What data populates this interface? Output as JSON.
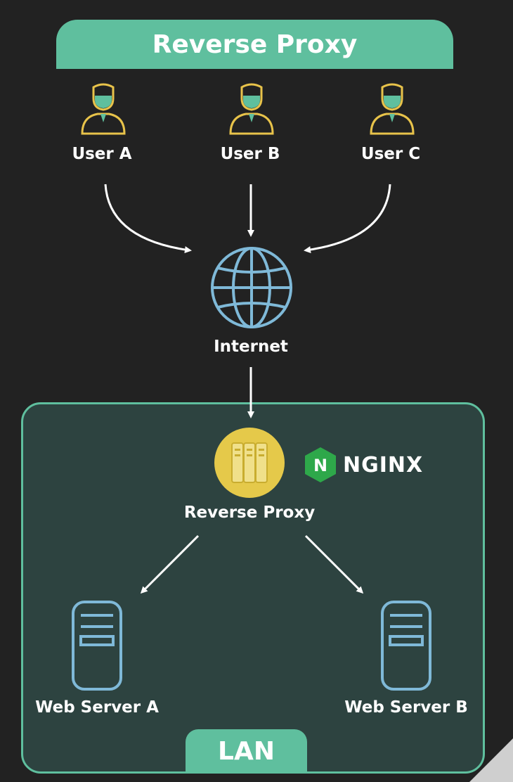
{
  "title": "Reverse Proxy",
  "users": [
    {
      "label": "User A"
    },
    {
      "label": "User B"
    },
    {
      "label": "User C"
    }
  ],
  "internet": {
    "label": "Internet",
    "icon": "globe-icon"
  },
  "proxy": {
    "label": "Reverse Proxy",
    "icon": "server-rack-icon"
  },
  "nginx": {
    "badge": "N",
    "wordmark": "NGINX"
  },
  "servers": [
    {
      "label": "Web Server A",
      "icon": "server-icon"
    },
    {
      "label": "Web Server B",
      "icon": "server-icon"
    }
  ],
  "lan": {
    "label": "LAN"
  },
  "colors": {
    "background": "#222222",
    "accent": "#5fbf9e",
    "lan_fill": "#2d4340",
    "user_icon": "#e8c34a",
    "globe": "#7fb9d8",
    "proxy_circle": "#e5c94a",
    "nginx_green": "#2ea84a"
  }
}
